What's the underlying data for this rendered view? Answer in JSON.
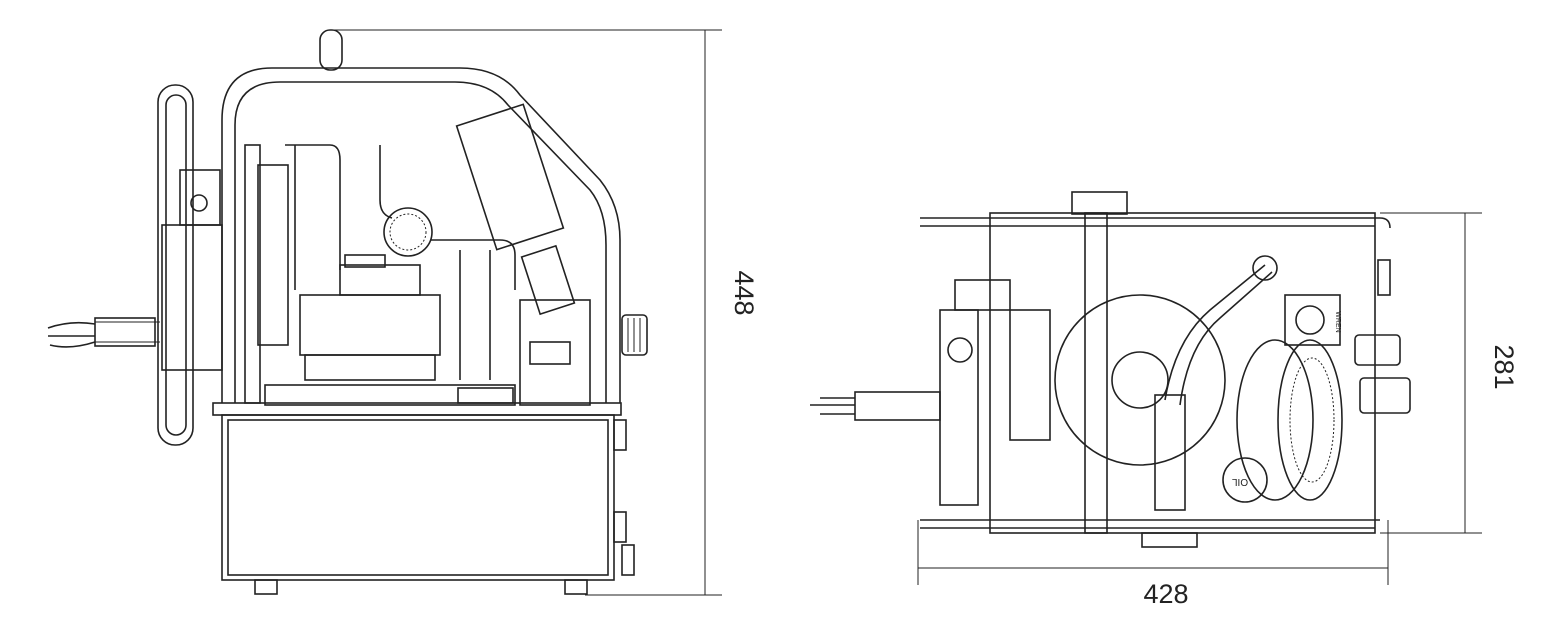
{
  "dimensions": {
    "height": "448",
    "depth": "281",
    "width": "428"
  },
  "labels": {
    "gauge_brand": "WREN",
    "tank_label": "OIL"
  }
}
